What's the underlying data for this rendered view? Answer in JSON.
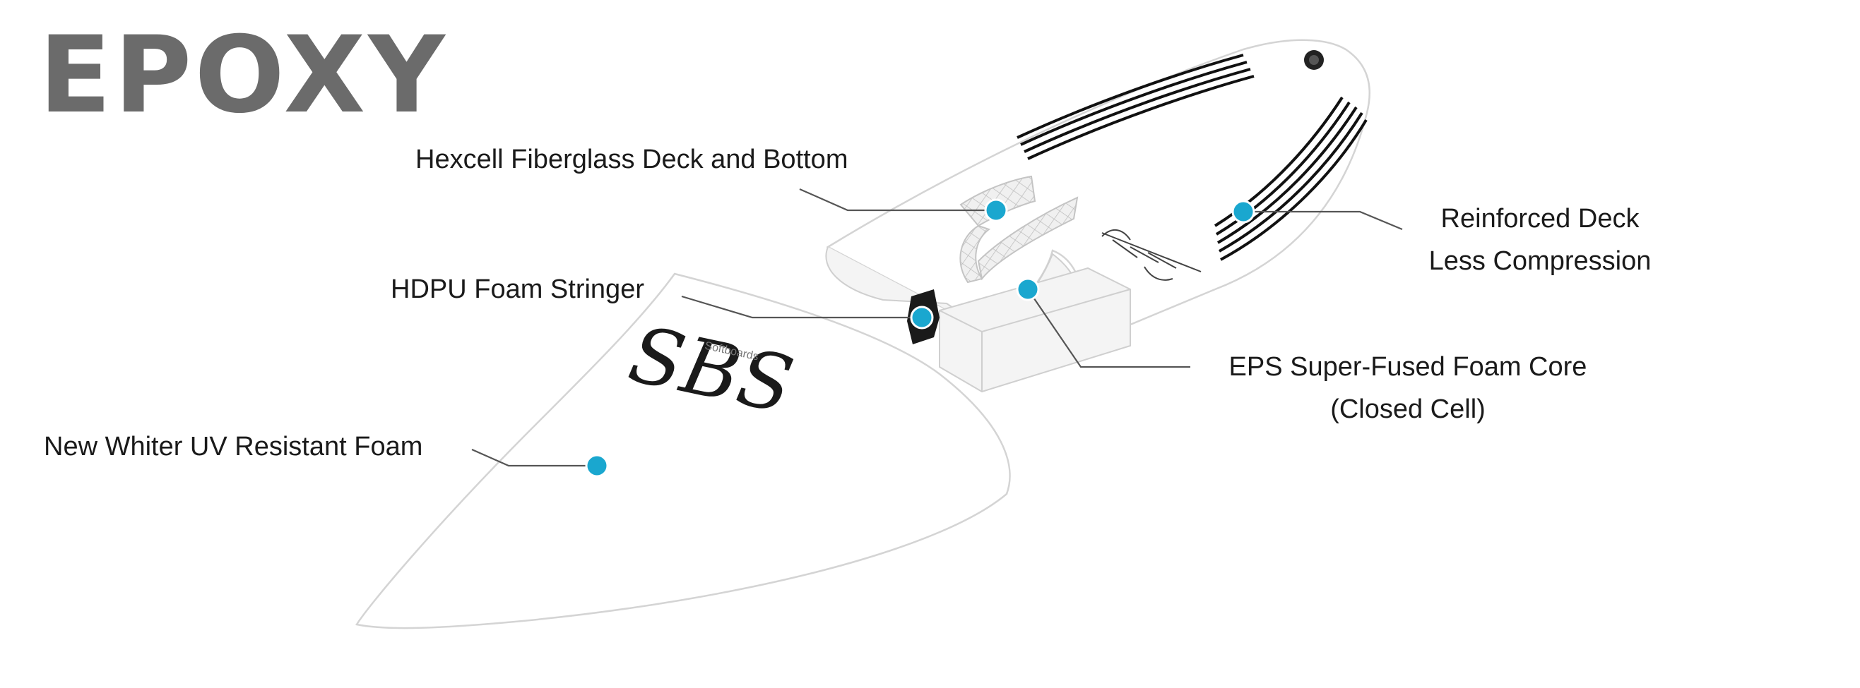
{
  "title": "EPOXY",
  "colors": {
    "title": "#6b6b6b",
    "marker": "#1aa7cf",
    "leader": "#555555"
  },
  "labels": {
    "hexcell": "Hexcell Fiberglass Deck and Bottom",
    "hdpu": "HDPU Foam Stringer",
    "uv_foam": "New Whiter UV Resistant Foam",
    "reinforced_line1": "Reinforced Deck",
    "reinforced_line2": "Less Compression",
    "eps_line1": "EPS Super-Fused Foam Core",
    "eps_line2": "(Closed Cell)"
  },
  "logo": {
    "brand_mark": "SBS",
    "tagline": "Softboards"
  }
}
